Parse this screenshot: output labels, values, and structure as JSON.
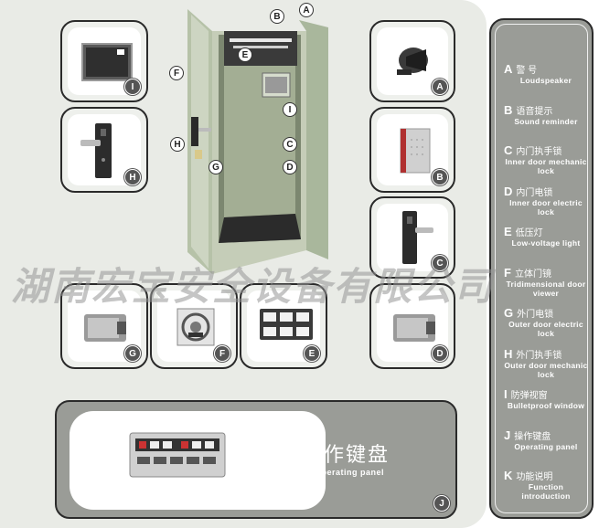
{
  "watermark": "湖南宏宝安全设备有限公司",
  "cards": {
    "I": "I",
    "H": "H",
    "A": "A",
    "B": "B",
    "C": "C",
    "D": "D",
    "G": "G",
    "F": "F",
    "E": "E",
    "J": "J"
  },
  "callouts": [
    "A",
    "B",
    "E",
    "F",
    "I",
    "C",
    "H",
    "D",
    "G"
  ],
  "legend": [
    {
      "key": "A",
      "cn": "警 号",
      "en": "Loudspeaker"
    },
    {
      "key": "B",
      "cn": "语音提示",
      "en": "Sound reminder"
    },
    {
      "key": "C",
      "cn": "内门执手锁",
      "en": "Inner door mechanic lock"
    },
    {
      "key": "D",
      "cn": "内门电锁",
      "en": "Inner door electric lock"
    },
    {
      "key": "E",
      "cn": "低压灯",
      "en": "Low-voltage light"
    },
    {
      "key": "F",
      "cn": "立体门镜",
      "en": "Tridimensional door viewer"
    },
    {
      "key": "G",
      "cn": "外门电锁",
      "en": "Outer door electric lock"
    },
    {
      "key": "H",
      "cn": "外门执手锁",
      "en": "Outer door mechanic lock"
    },
    {
      "key": "I",
      "cn": "防弹视窗",
      "en": "Bulletproof window"
    },
    {
      "key": "J",
      "cn": "操作键盘",
      "en": "Operating panel"
    },
    {
      "key": "K",
      "cn": "功能说明",
      "en": "Function introduction"
    }
  ],
  "operating_panel": {
    "title": "操作键盘",
    "subtitle": "Operating panel"
  },
  "colors": {
    "booth": "#a9b79c",
    "booth_dark": "#6f7c64",
    "frame": "#c8d0bd"
  }
}
